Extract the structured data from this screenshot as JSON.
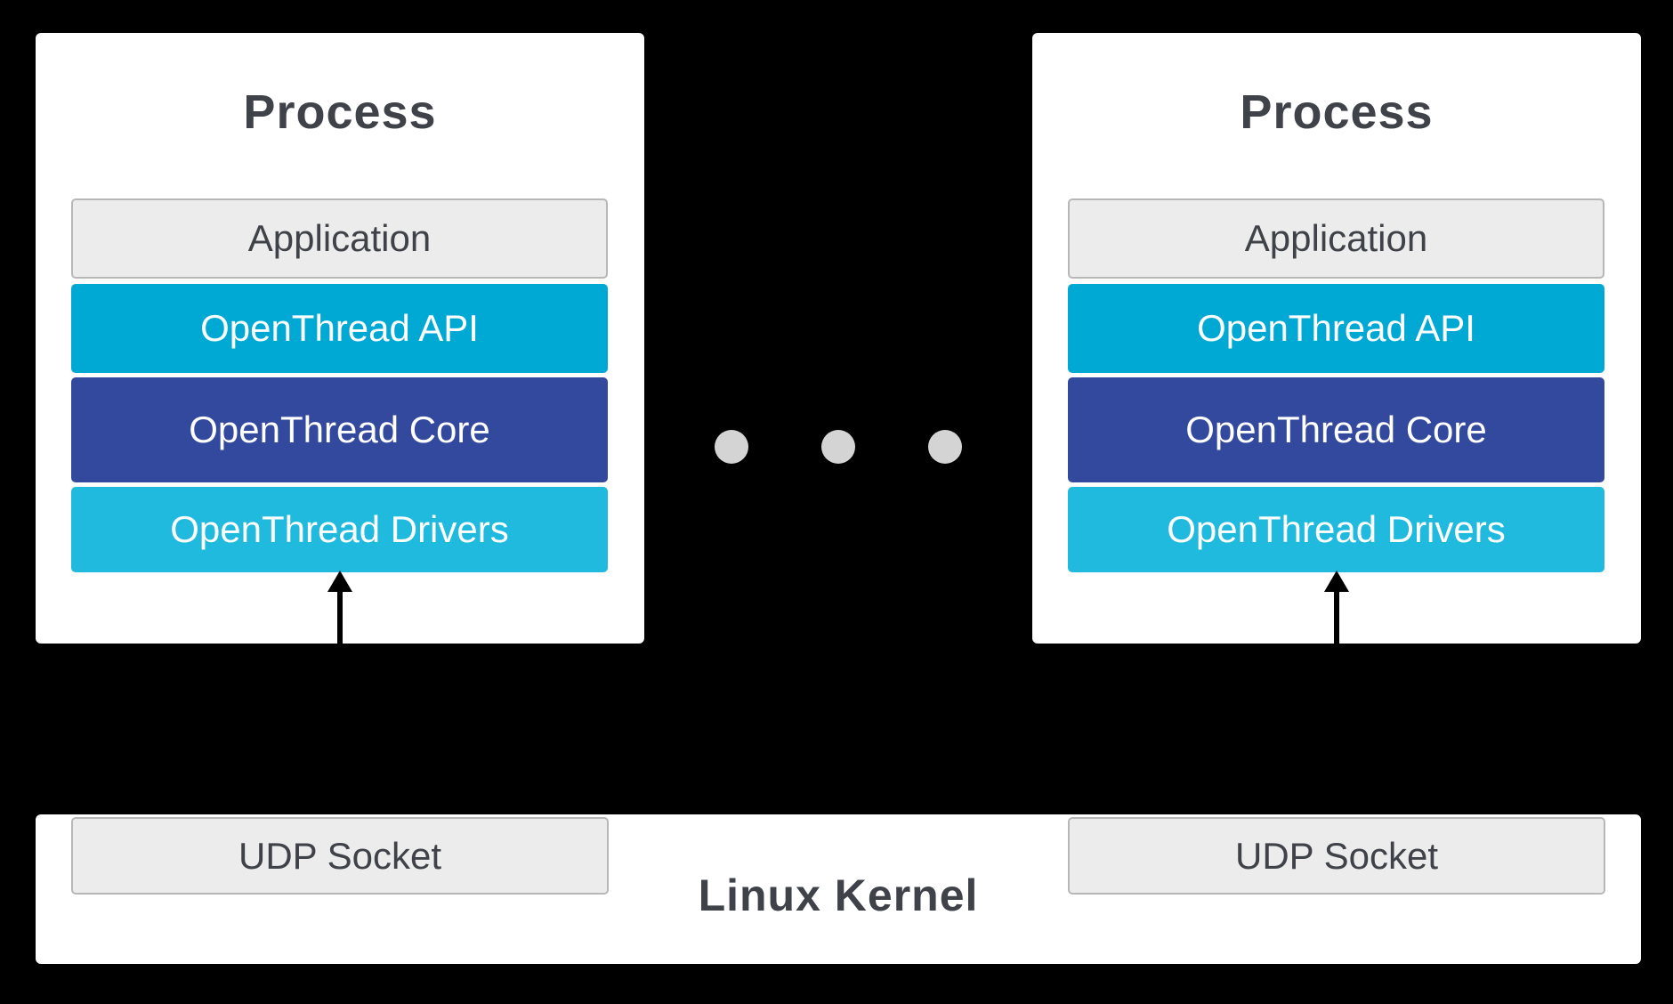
{
  "diagram": {
    "processes": [
      {
        "title": "Process",
        "layers": [
          {
            "label": "Application"
          },
          {
            "label": "OpenThread API"
          },
          {
            "label": "OpenThread Core"
          },
          {
            "label": "OpenThread Drivers"
          }
        ]
      },
      {
        "title": "Process",
        "layers": [
          {
            "label": "Application"
          },
          {
            "label": "OpenThread API"
          },
          {
            "label": "OpenThread Core"
          },
          {
            "label": "OpenThread Drivers"
          }
        ]
      }
    ],
    "kernel": {
      "title": "Linux Kernel",
      "sockets": [
        "UDP Socket",
        "UDP Socket"
      ]
    },
    "colors": {
      "background": "#000000",
      "card_bg": "#ffffff",
      "application": "#ececec",
      "api": "#00a9d4",
      "core": "#33499e",
      "drivers": "#1fbade",
      "socket": "#ececec",
      "dot": "#d4d4d4",
      "title_text": "#3f4349"
    }
  }
}
